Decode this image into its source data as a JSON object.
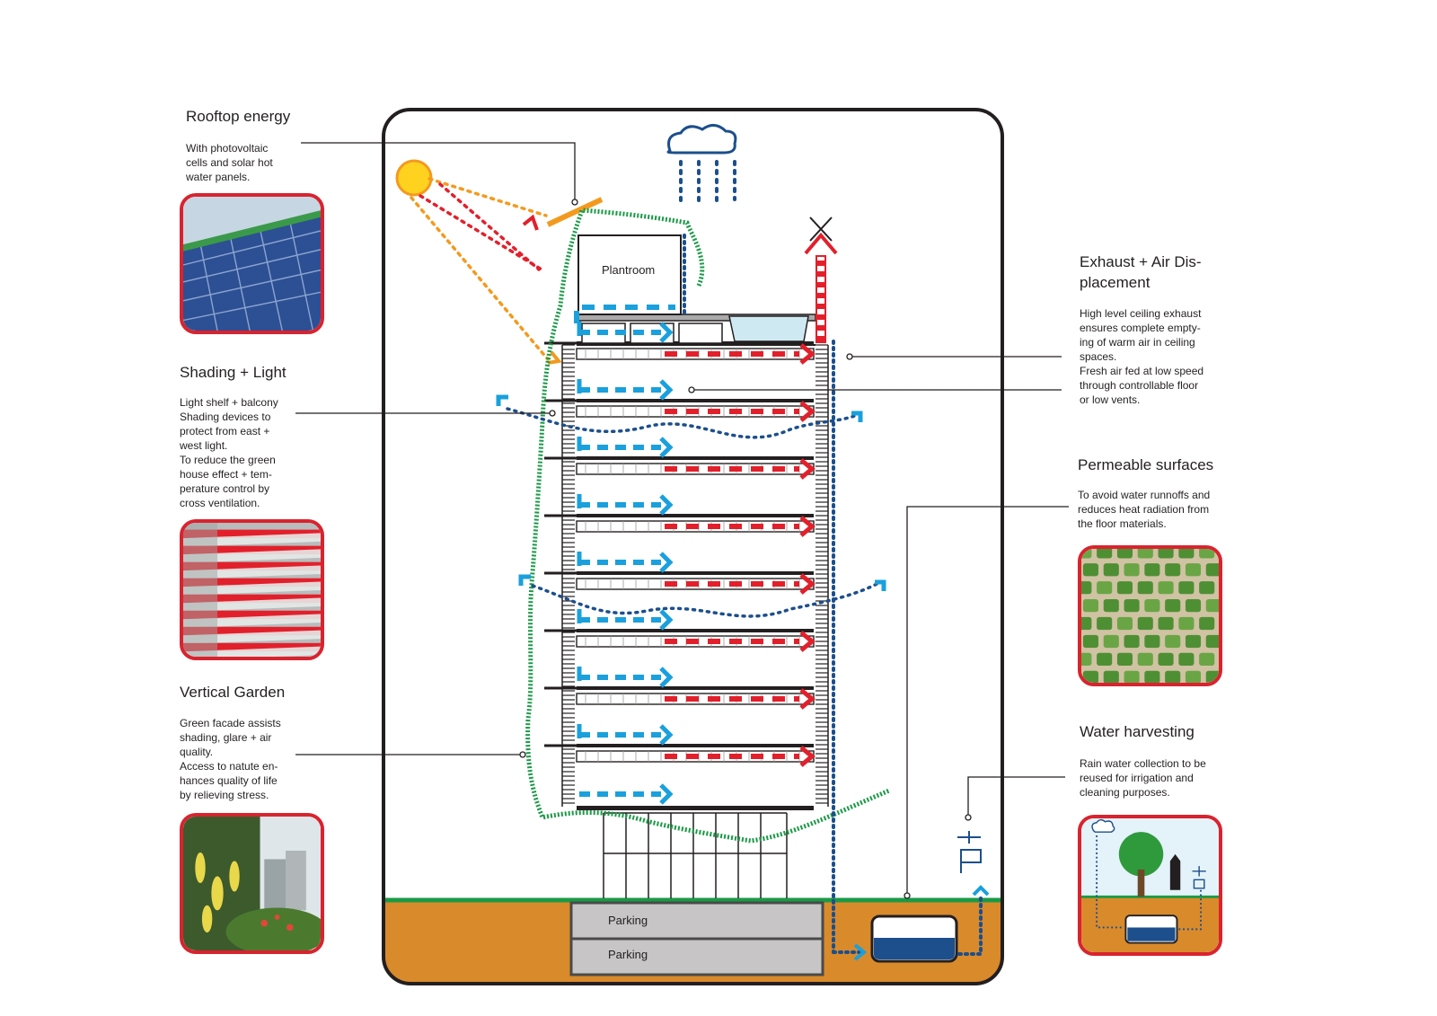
{
  "left": {
    "rooftop": {
      "title": "Rooftop energy",
      "desc": "With photovoltaic\ncells and solar hot\nwater panels."
    },
    "shading": {
      "title": "Shading + Light",
      "desc": "Light shelf + balcony\nShading devices to\nprotect from east +\nwest light.\nTo reduce the green\nhouse effect + tem-\nperature control by\ncross ventilation."
    },
    "garden": {
      "title": "Vertical Garden",
      "desc": "Green facade assists\nshading, glare + air\nquality.\nAccess to natute en-\nhances quality of life\nby relieving stress."
    }
  },
  "right": {
    "exhaust": {
      "title_line1": "Exhaust + Air Dis-",
      "title_line2": "placement",
      "desc": "High level ceiling exhaust\nensures complete empty-\ning of warm air in ceiling\nspaces.\nFresh air fed at low speed\nthrough controllable floor\nor low vents."
    },
    "permeable": {
      "title": "Permeable surfaces",
      "desc": "To avoid water runnoffs and\nreduces heat radiation from\nthe floor materials."
    },
    "water": {
      "title": "Water harvesting",
      "desc": "Rain water collection to be\nreused for irrigation and\ncleaning purposes."
    }
  },
  "building": {
    "plantroom": "Plantroom",
    "parking_upper": "Parking",
    "parking_lower": "Parking"
  },
  "colors": {
    "green": "#1a9a46",
    "blue": "#1aa0dc",
    "red": "#e2202b",
    "orange": "#f39a1e",
    "navy": "#1c4f8c",
    "soil": "#d98a2b",
    "photo_border": "#d9232e"
  }
}
